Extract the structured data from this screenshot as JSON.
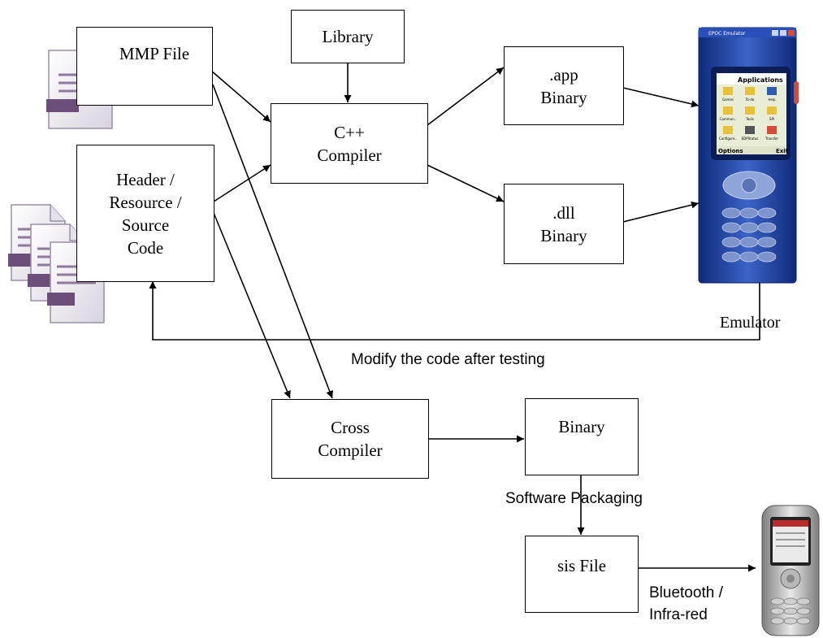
{
  "nodes": {
    "mmp_file": "MMP File",
    "library": "Library",
    "cpp_compiler": "C++\nCompiler",
    "app_binary": ".app\nBinary",
    "dll_binary": ".dll\nBinary",
    "header_resource_source": "Header /\nResource /\nSource\nCode",
    "cross_compiler": "Cross\nCompiler",
    "binary": "Binary",
    "sis_file": "sis File"
  },
  "labels": {
    "emulator": "Emulator",
    "modify_code": "Modify the code after testing",
    "software_packaging": "Software Packaging",
    "bluetooth_infrared": "Bluetooth /\nInfra-red"
  },
  "emulator_screen": {
    "window_title": "EPOC Emulator",
    "menu_title": "Applications",
    "icons": [
      "Games",
      "To-do",
      "Help",
      "Commun..",
      "Tools",
      "SPI",
      "Configure..",
      "EDPStatus",
      "Transfer"
    ],
    "softkey_left": "Options",
    "softkey_right": "Exit"
  },
  "colors": {
    "line": "#000000",
    "doc_purple": "#6b4f7a",
    "emulator_blue": "#1f3f9a",
    "emulator_screen": "#e9edd6"
  },
  "icons": [
    "document-icon",
    "documents-stack-icon",
    "emulator-device-icon",
    "mobile-phone-icon"
  ]
}
